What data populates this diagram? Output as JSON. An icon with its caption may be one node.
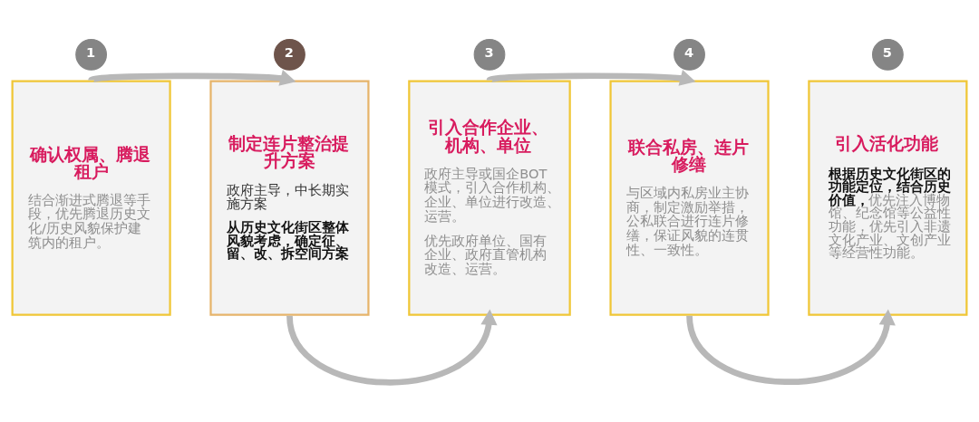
{
  "diagram": {
    "nodes": [
      {
        "text": [
          "确认权属、腾退租户",
          "结合渐进式腾退等手段，优先腾退历史文化/历史风貌保护建筑内的租户。"
        ]
      },
      {
        "text": [
          "1"
        ]
      },
      {
        "text": [
          "制定连片整治提升方案",
          "政府主导，中长期实施方案",
          "从历史文化街区整体风貌考虑，确定征、留、改、拆空间方案"
        ]
      },
      {
        "text": [
          "2"
        ]
      },
      {
        "text": [
          "引入合作企业、机构、单位",
          "政府主导或国企BOT模式，引入合作机构、企业、单位进行改造、运营。",
          "优先政府单位、国有企业、政府直管机构改造、运营。"
        ]
      },
      {
        "text": [
          "3"
        ]
      },
      {
        "text": [
          "联合私房、连片修缮",
          "与区域内私房业主协商，制定激励举措，公私联合进行连片修缮，保证风貌的连贯性、一致性。"
        ]
      },
      {
        "text": [
          "4"
        ]
      },
      {
        "text": [
          "引入活化功能",
          "**根据历史文化街区的功能定位，结合历史价值，**优先注入博物馆、纪念馆等公益性功能，优先引入非遗文化产业、文创产业等经营性功能。"
        ]
      },
      {
        "text": [
          "5"
        ]
      }
    ],
    "edges": [
      {
        "from": 0,
        "to": 2,
        "arrow": "to"
      },
      {
        "from": 2,
        "to": 4,
        "arrow": "to"
      },
      {
        "from": 4,
        "to": 6,
        "arrow": "to"
      },
      {
        "from": 6,
        "to": 8,
        "arrow": "to"
      }
    ]
  }
}
